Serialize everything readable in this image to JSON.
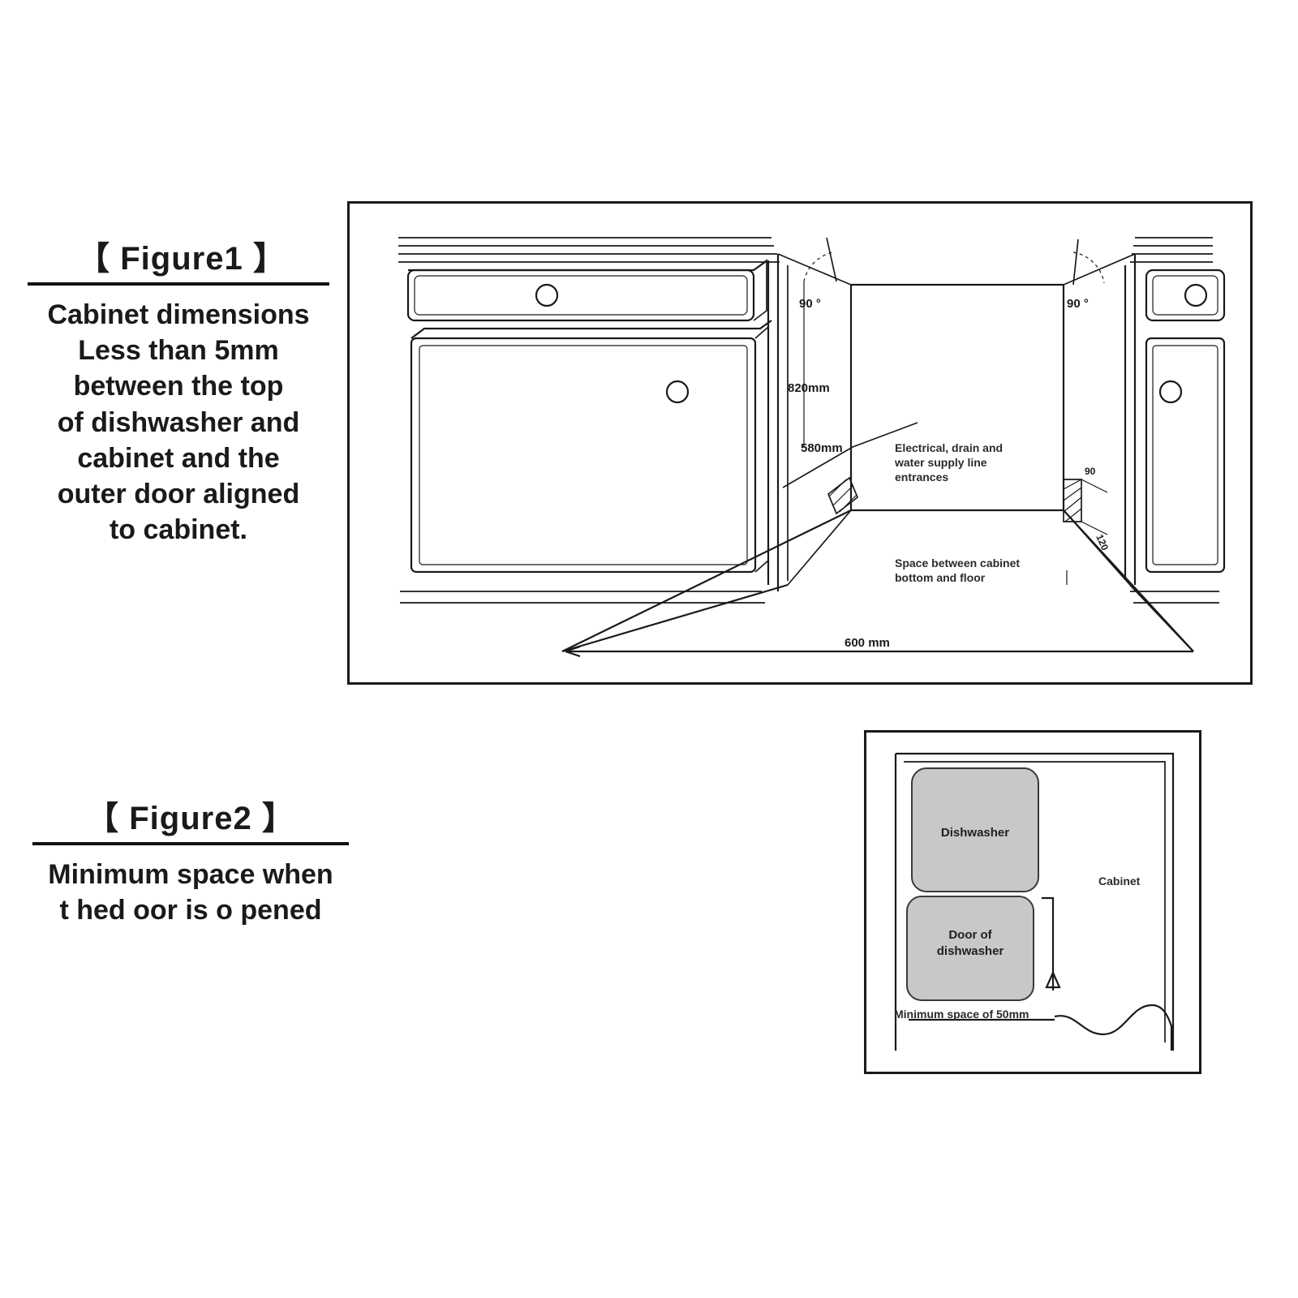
{
  "figure1": {
    "title": "【 Figure1 】",
    "description_lines": [
      "Cabinet dimensions",
      "Less than 5mm",
      "between the top",
      "of dishwasher and",
      "cabinet and the",
      "outer door aligned",
      "to cabinet."
    ],
    "annotations": {
      "angle_left": "90 °",
      "angle_right": "90 °",
      "height": "820mm",
      "depth": "580mm",
      "width": "600 mm",
      "corner_small_1": "90",
      "corner_small_2": "120",
      "utility_lines": [
        "Electrical, drain and",
        "water supply line",
        "entrances"
      ],
      "floor_gap_lines": [
        "Space between cabinet",
        "bottom and floor"
      ]
    }
  },
  "figure2": {
    "title": "【 Figure2 】",
    "description_lines": [
      "Minimum space when",
      "t hed oor is  o pened"
    ],
    "labels": {
      "dishwasher": "Dishwasher",
      "door_line1": "Door of",
      "door_line2": "dishwasher",
      "cabinet": "Cabinet",
      "minimum_space": "Minimum space of 50mm"
    }
  },
  "colors": {
    "line": "#1a1a1a",
    "box_fill": "#c8c8c8",
    "background": "#ffffff"
  }
}
